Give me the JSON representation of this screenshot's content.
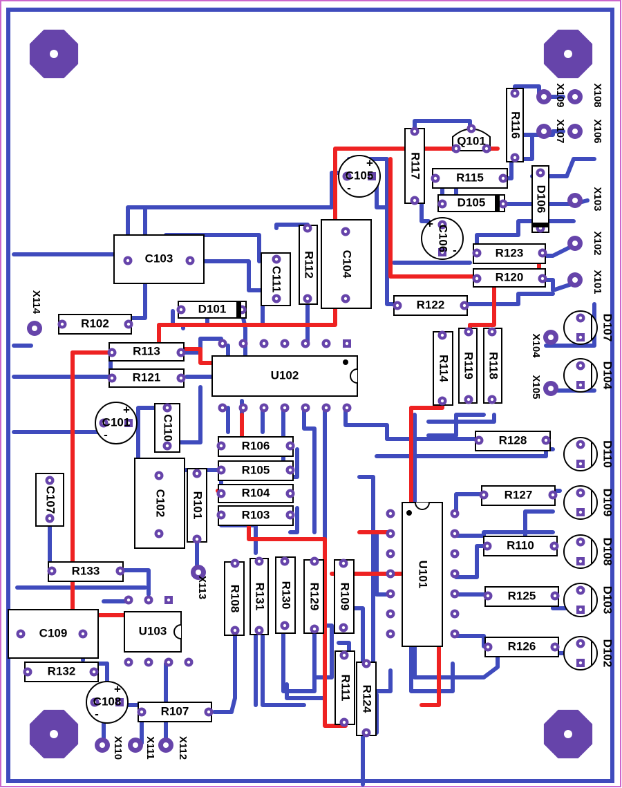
{
  "board": {
    "colors": {
      "outline": "#cc66cc",
      "bottom_trace": "#3f4bbd",
      "top_trace": "#ee2222",
      "pad": "#6644aa",
      "body": "#ffffff",
      "silk": "#000000"
    },
    "mounting_holes": [
      "mount-hole",
      "mount-hole",
      "mount-hole",
      "mount-hole"
    ],
    "components": [
      {
        "name": "C103",
        "label": "C103"
      },
      {
        "name": "C104",
        "label": "C104"
      },
      {
        "name": "C105",
        "label": "C105"
      },
      {
        "name": "C106",
        "label": "C106"
      },
      {
        "name": "C111",
        "label": "C111"
      },
      {
        "name": "R112",
        "label": "R112"
      },
      {
        "name": "R117",
        "label": "R117"
      },
      {
        "name": "R115",
        "label": "R115"
      },
      {
        "name": "R116",
        "label": "R116"
      },
      {
        "name": "Q101",
        "label": "Q101"
      },
      {
        "name": "D105",
        "label": "D105"
      },
      {
        "name": "D106",
        "label": "D106"
      },
      {
        "name": "R123",
        "label": "R123"
      },
      {
        "name": "R120",
        "label": "R120"
      },
      {
        "name": "R122",
        "label": "R122"
      },
      {
        "name": "D101",
        "label": "D101"
      },
      {
        "name": "R102",
        "label": "R102"
      },
      {
        "name": "R113",
        "label": "R113"
      },
      {
        "name": "R121",
        "label": "R121"
      },
      {
        "name": "U102",
        "label": "U102"
      },
      {
        "name": "C101",
        "label": "C101"
      },
      {
        "name": "C110",
        "label": "C110"
      },
      {
        "name": "R114",
        "label": "R114"
      },
      {
        "name": "R119",
        "label": "R119"
      },
      {
        "name": "R118",
        "label": "R118"
      },
      {
        "name": "R106",
        "label": "R106"
      },
      {
        "name": "R105",
        "label": "R105"
      },
      {
        "name": "R104",
        "label": "R104"
      },
      {
        "name": "R103",
        "label": "R103"
      },
      {
        "name": "C102",
        "label": "C102"
      },
      {
        "name": "R101",
        "label": "R101"
      },
      {
        "name": "C107",
        "label": "C107"
      },
      {
        "name": "R128",
        "label": "R128"
      },
      {
        "name": "R127",
        "label": "R127"
      },
      {
        "name": "R110",
        "label": "R110"
      },
      {
        "name": "R125",
        "label": "R125"
      },
      {
        "name": "R126",
        "label": "R126"
      },
      {
        "name": "U101",
        "label": "U101"
      },
      {
        "name": "R133",
        "label": "R133"
      },
      {
        "name": "R108",
        "label": "R108"
      },
      {
        "name": "R131",
        "label": "R131"
      },
      {
        "name": "R130",
        "label": "R130"
      },
      {
        "name": "R129",
        "label": "R129"
      },
      {
        "name": "R109",
        "label": "R109"
      },
      {
        "name": "R111",
        "label": "R111"
      },
      {
        "name": "R124",
        "label": "R124"
      },
      {
        "name": "C109",
        "label": "C109"
      },
      {
        "name": "U103",
        "label": "U103"
      },
      {
        "name": "R132",
        "label": "R132"
      },
      {
        "name": "C108",
        "label": "C108"
      },
      {
        "name": "R107",
        "label": "R107"
      },
      {
        "name": "D107",
        "label": "D107"
      },
      {
        "name": "D104",
        "label": "D104"
      },
      {
        "name": "D110",
        "label": "D110"
      },
      {
        "name": "D109",
        "label": "D109"
      },
      {
        "name": "D108",
        "label": "D108"
      },
      {
        "name": "D103",
        "label": "D103"
      },
      {
        "name": "D102",
        "label": "D102"
      }
    ],
    "connectors": [
      {
        "name": "X109",
        "label": "X109"
      },
      {
        "name": "X108",
        "label": "X108"
      },
      {
        "name": "X107",
        "label": "X107"
      },
      {
        "name": "X106",
        "label": "X106"
      },
      {
        "name": "X103",
        "label": "X103"
      },
      {
        "name": "X102",
        "label": "X102"
      },
      {
        "name": "X101",
        "label": "X101"
      },
      {
        "name": "X104",
        "label": "X104"
      },
      {
        "name": "X105",
        "label": "X105"
      },
      {
        "name": "X114",
        "label": "X114"
      },
      {
        "name": "X113",
        "label": "X113"
      },
      {
        "name": "X110",
        "label": "X110"
      },
      {
        "name": "X111",
        "label": "X111"
      },
      {
        "name": "X112",
        "label": "X112"
      }
    ],
    "polarity_marks": {
      "plus": "+",
      "minus": "-"
    }
  }
}
